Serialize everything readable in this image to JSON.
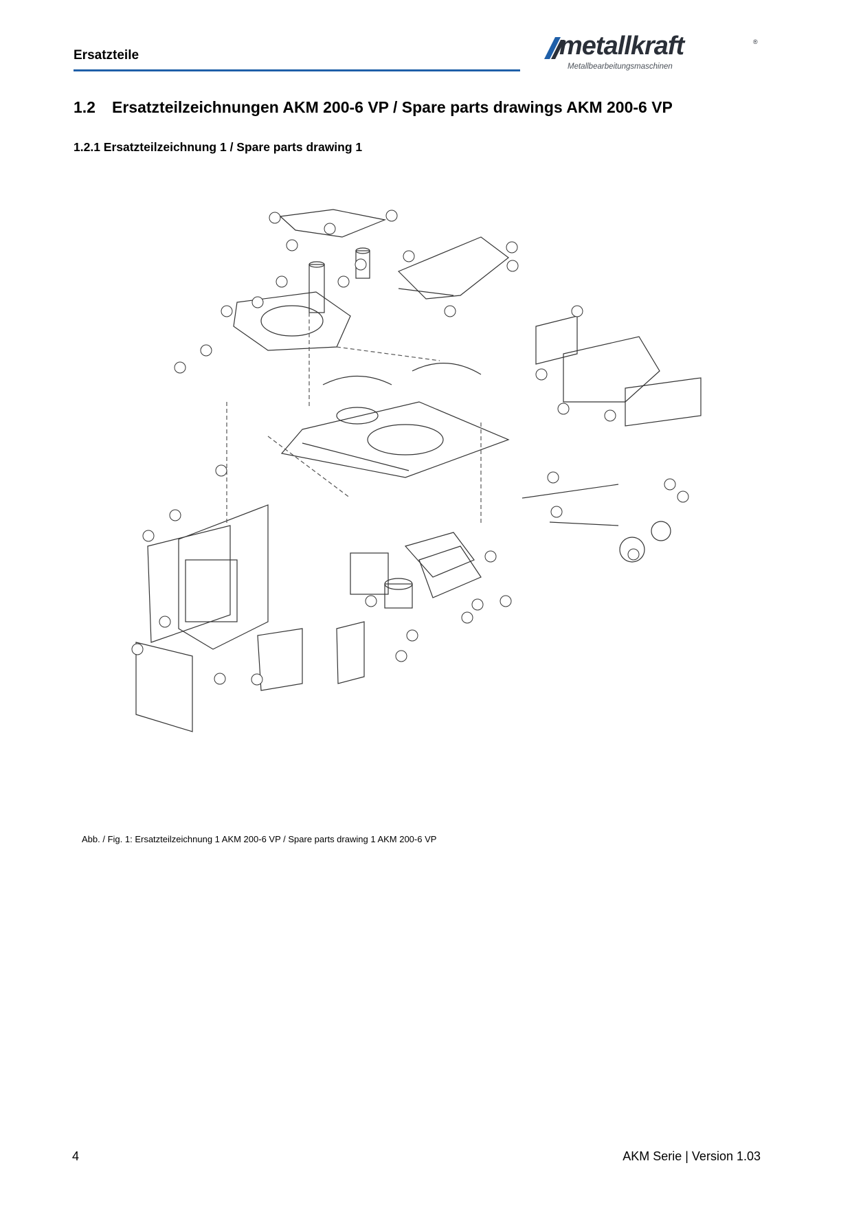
{
  "header": {
    "title": "Ersatzteile",
    "logo_text": "metallkraft",
    "logo_subtitle": "Metallbearbeitungsmaschinen",
    "logo_registered": "®"
  },
  "section": {
    "number": "1.2",
    "title": "Ersatzteilzeichnungen AKM 200-6 VP / Spare parts drawings AKM 200-6 VP"
  },
  "subsection": {
    "title": "1.2.1  Ersatzteilzeichnung 1 / Spare parts drawing 1"
  },
  "figure": {
    "caption": "Abb. / Fig. 1: Ersatzteilzeichnung 1 AKM 200-6 VP / Spare parts drawing 1 AKM 200-6 VP"
  },
  "footer": {
    "page_number": "4",
    "series_version": "AKM Serie | Version 1.03"
  },
  "colors": {
    "header_rule": "#1f5fa8",
    "logo_blue": "#1f5fa8",
    "logo_dark": "#2a2f38"
  }
}
